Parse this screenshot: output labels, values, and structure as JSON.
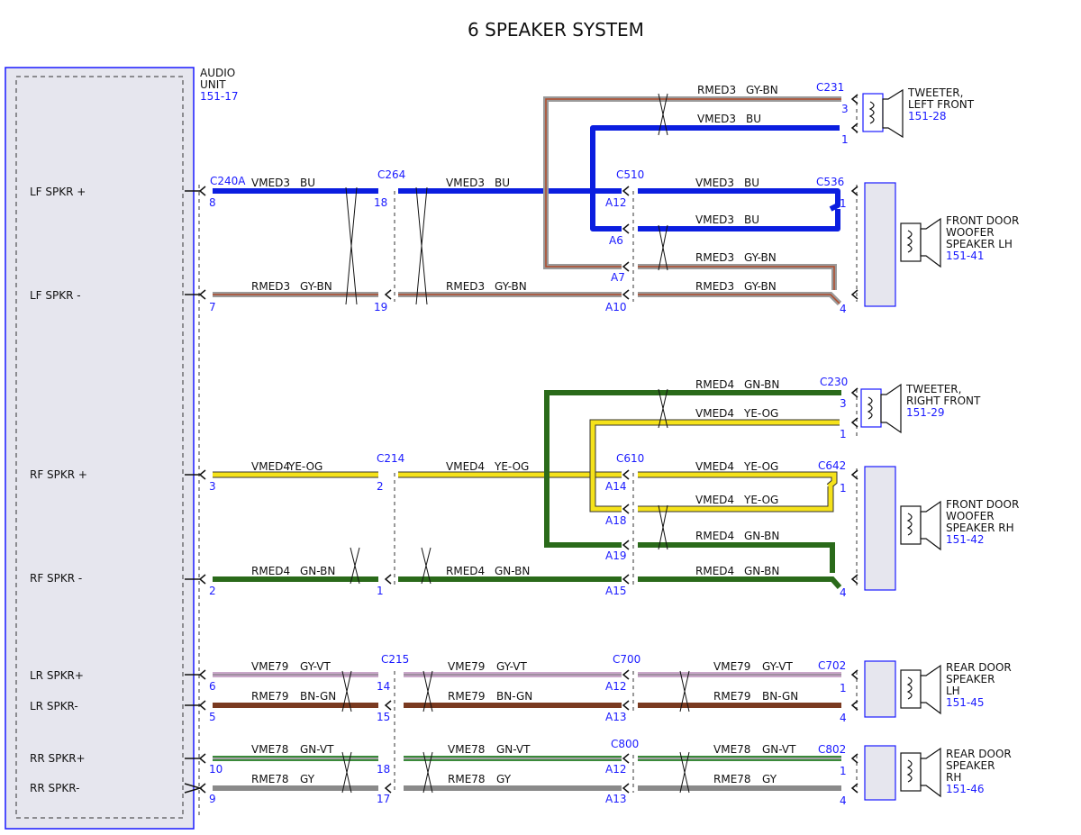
{
  "title": "6 SPEAKER SYSTEM",
  "colors": {
    "BU": "#0b1ee0",
    "GY-BN": "#9a9a9a",
    "GY-BN_stripe": "#b04a2a",
    "YE-OG": "#f5e21a",
    "GN-BN": "#2a6a1a",
    "GY-VT": "#c9a7c9",
    "BN-GN": "#7a3a20",
    "GN-VT": "#3a8a3a",
    "GY": "#8a8a8a",
    "frame": "#1a1aff",
    "text_blue": "#1a1aff"
  },
  "audio_unit": {
    "name_line1": "AUDIO",
    "name_line2": "UNIT",
    "ref": "151-17",
    "connector": "C240A",
    "pins": [
      {
        "label": "LF SPKR +",
        "pin": "8"
      },
      {
        "label": "LF SPKR -",
        "pin": "7"
      },
      {
        "label": "RF SPKR +",
        "pin": "3"
      },
      {
        "label": "RF SPKR -",
        "pin": "2"
      },
      {
        "label": "LR SPKR+",
        "pin": "6"
      },
      {
        "label": "LR SPKR-",
        "pin": "5"
      },
      {
        "label": "RR SPKR+",
        "pin": "10"
      },
      {
        "label": "RR SPKR-",
        "pin": "9"
      }
    ]
  },
  "inline_connectors": {
    "c264": {
      "name": "C264",
      "pins": [
        "18",
        "19"
      ]
    },
    "c510": {
      "name": "C510",
      "pins": [
        "A12",
        "A6",
        "A7",
        "A10"
      ]
    },
    "c214": {
      "name": "C214",
      "pins": [
        "2",
        "1"
      ]
    },
    "c610": {
      "name": "C610",
      "pins": [
        "A14",
        "A18",
        "A19",
        "A15"
      ]
    },
    "c215": {
      "name": "C215",
      "pins": [
        "14",
        "15",
        "18",
        "17"
      ]
    },
    "c700": {
      "name": "C700",
      "pins": [
        "A12",
        "A13"
      ]
    },
    "c800": {
      "name": "C800",
      "pins": [
        "A12",
        "A13"
      ]
    }
  },
  "circuits": {
    "vmed3": {
      "circuit": "VMED3",
      "color": "BU"
    },
    "rmed3": {
      "circuit": "RMED3",
      "color": "GY-BN"
    },
    "vmed4": {
      "circuit": "VMED4",
      "color": "YE-OG"
    },
    "rmed4": {
      "circuit": "RMED4",
      "color": "GN-BN"
    },
    "vme79": {
      "circuit": "VME79",
      "color": "GY-VT"
    },
    "rme79": {
      "circuit": "RME79",
      "color": "BN-GN"
    },
    "vme78": {
      "circuit": "VME78",
      "color": "GN-VT"
    },
    "rme78": {
      "circuit": "RME78",
      "color": "GY"
    }
  },
  "speakers": {
    "tweeter_lf": {
      "line1": "TWEETER,",
      "line2": "LEFT FRONT",
      "ref": "151-28",
      "connector": "C231",
      "pin_top": "3",
      "pin_bottom": "1"
    },
    "woofer_lh": {
      "line1": "FRONT DOOR",
      "line2": "WOOFER",
      "line3": "SPEAKER LH",
      "ref": "151-41",
      "connector": "C536",
      "pin_top": "1",
      "pin_bottom": "4"
    },
    "tweeter_rf": {
      "line1": "TWEETER,",
      "line2": "RIGHT FRONT",
      "ref": "151-29",
      "connector": "C230",
      "pin_top": "3",
      "pin_bottom": "1"
    },
    "woofer_rh": {
      "line1": "FRONT DOOR",
      "line2": "WOOFER",
      "line3": "SPEAKER RH",
      "ref": "151-42",
      "connector": "C642",
      "pin_top": "1",
      "pin_bottom": "4"
    },
    "rear_lh": {
      "line1": "REAR DOOR",
      "line2": "SPEAKER",
      "line3": "LH",
      "ref": "151-45",
      "connector": "C702",
      "pin_top": "1",
      "pin_bottom": "4"
    },
    "rear_rh": {
      "line1": "REAR DOOR",
      "line2": "SPEAKER",
      "line3": "RH",
      "ref": "151-46",
      "connector": "C802",
      "pin_top": "1",
      "pin_bottom": "4"
    }
  }
}
